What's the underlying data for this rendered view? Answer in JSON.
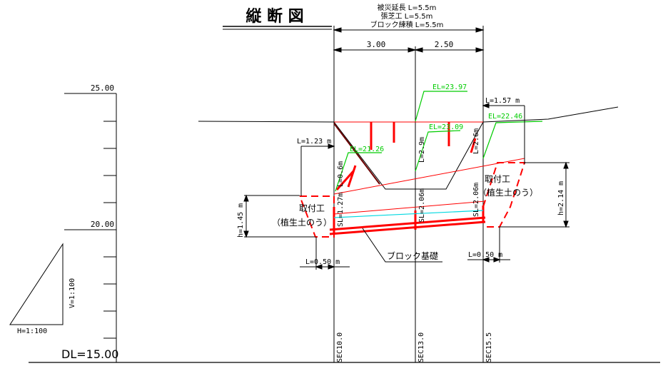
{
  "title": "縦 断 図",
  "header_notes": [
    "被災延長 L=5.5m",
    "張芝工 L=5.5m",
    "ブロック練積 L=5.5m"
  ],
  "top_dims": [
    "3.00",
    "2.50"
  ],
  "elevation_scale": {
    "top": "25.00",
    "mid": "20.00",
    "datum": "DL=15.00"
  },
  "scale_triangle": {
    "vertical": "V=1:100",
    "horizontal": "H=1:100"
  },
  "sections": [
    "SEC10.0",
    "SEC13.0",
    "SEC15.5"
  ],
  "elevations": [
    "EL=23.97",
    "EL=22.46",
    "EL=23.09",
    "EL=21.26"
  ],
  "lengths": {
    "l_123": "L=1.23 m",
    "l_157": "L=1.57 m",
    "l_06": "L=0.6m",
    "l_29": "L=2.9m",
    "l_26": "L=2.6m",
    "sl_127": "SL=1.27m",
    "sl_206a": "SL=2.06m",
    "sl_206b": "SL=2.06m",
    "l_050_left": "L=0.50 m",
    "l_050_right": "L=0.50 m",
    "h_145": "h=1.45 m",
    "h_214": "h=2.14 m"
  },
  "labels": {
    "left_fill": [
      "取付工",
      "（植生土のう）"
    ],
    "right_fill": [
      "取付工",
      "（植生土のう）"
    ],
    "block_base": "ブロック基礎"
  }
}
